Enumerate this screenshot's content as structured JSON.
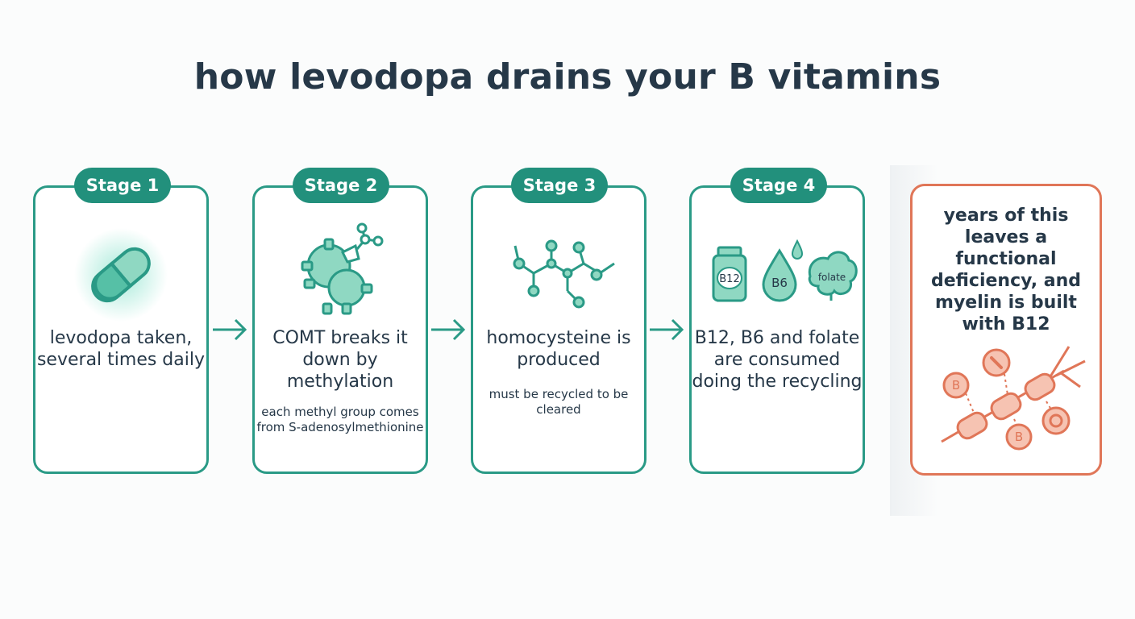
{
  "title": "how levodopa drains your B vitamins",
  "stages": [
    {
      "badge": "Stage 1",
      "icon": "capsule-icon",
      "text": "levodopa taken, several times daily",
      "subtext": ""
    },
    {
      "badge": "Stage 2",
      "icon": "gear-puzzle-icon",
      "text": "COMT breaks it down by methylation",
      "subtext": "each methyl group comes from S-adenosylmethionine"
    },
    {
      "badge": "Stage 3",
      "icon": "molecule-icon",
      "text": "homocysteine is produced",
      "subtext": "must be recycled to be cleared"
    },
    {
      "badge": "Stage 4",
      "icon": "vitamins-icon",
      "text": "B12, B6 and folate are consumed doing the recycling",
      "subtext": "",
      "icon_labels": [
        "B12",
        "B6",
        "folate"
      ]
    }
  ],
  "outcome": {
    "text": "years of this leaves a functional deficiency, and myelin is built with B12",
    "icon": "myelin-nerve-icon",
    "icon_labels": [
      "B",
      "B"
    ]
  },
  "colors": {
    "teal": "#2a9a86",
    "teal_dark": "#22907c",
    "coral": "#e07658",
    "text": "#263848"
  }
}
